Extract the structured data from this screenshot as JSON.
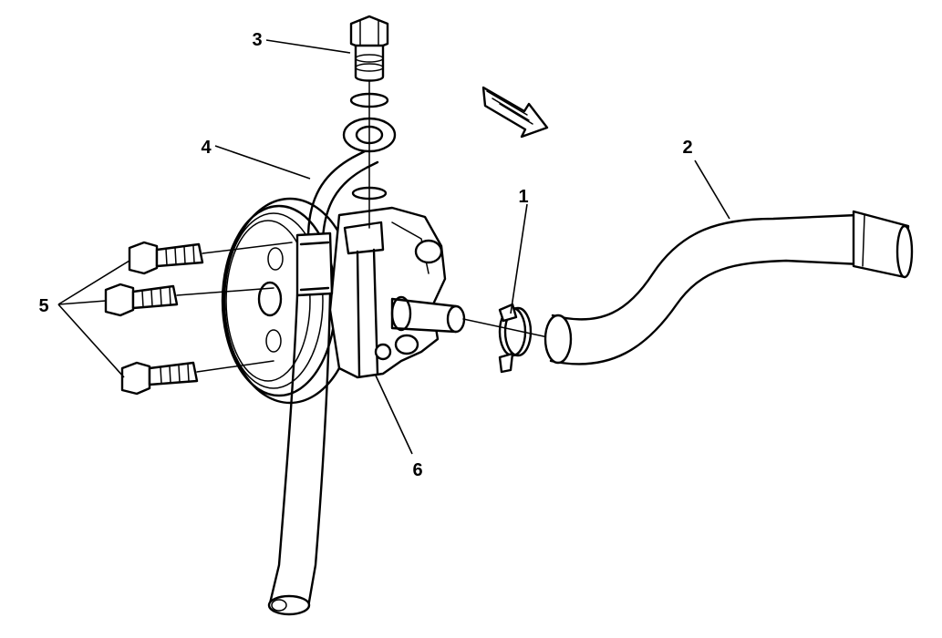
{
  "callouts": {
    "c1": "1",
    "c2": "2",
    "c3": "3",
    "c4": "4",
    "c5": "5",
    "c6": "6"
  },
  "parts": [
    {
      "callout": "1",
      "icon": "hose-clamp-icon"
    },
    {
      "callout": "2",
      "icon": "inlet-hose-icon"
    },
    {
      "callout": "3",
      "icon": "banjo-bolt-icon"
    },
    {
      "callout": "4",
      "icon": "pressure-line-icon"
    },
    {
      "callout": "5",
      "icon": "mounting-bolt-icon"
    },
    {
      "callout": "6",
      "icon": "power-steering-pump-icon"
    }
  ],
  "colors": {
    "ink": "#000000",
    "background": "#ffffff"
  }
}
